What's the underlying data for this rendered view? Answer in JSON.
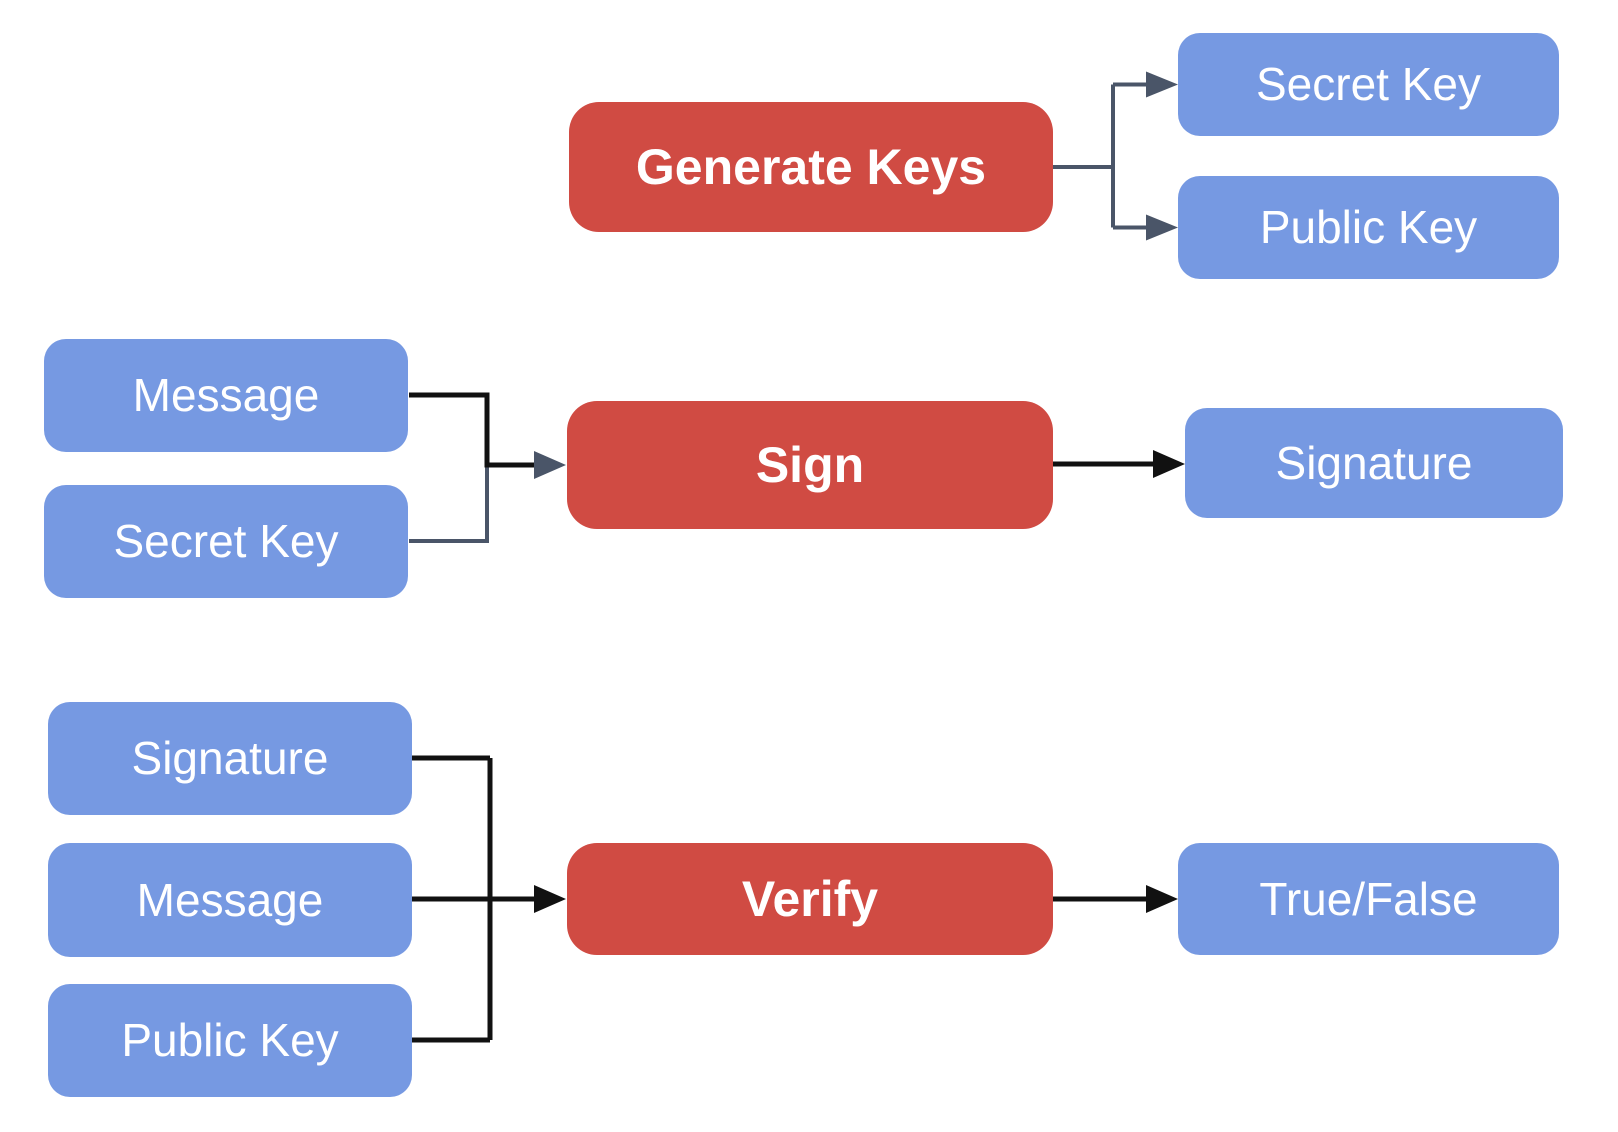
{
  "diagram": {
    "type": "flowchart",
    "colors": {
      "background": "#FFFFFF",
      "process_fill": "#D04B43",
      "data_fill": "#7699E2",
      "connector_dark": "#4A5568",
      "connector_black": "#111111",
      "label_text": "#FFFFFF"
    },
    "rows": [
      {
        "process_label": "Generate Keys",
        "inputs": [],
        "outputs": [
          "Secret Key",
          "Public Key"
        ]
      },
      {
        "process_label": "Sign",
        "inputs": [
          "Message",
          "Secret Key"
        ],
        "outputs": [
          "Signature"
        ]
      },
      {
        "process_label": "Verify",
        "inputs": [
          "Signature",
          "Message",
          "Public Key"
        ],
        "outputs": [
          "True/False"
        ]
      }
    ]
  }
}
